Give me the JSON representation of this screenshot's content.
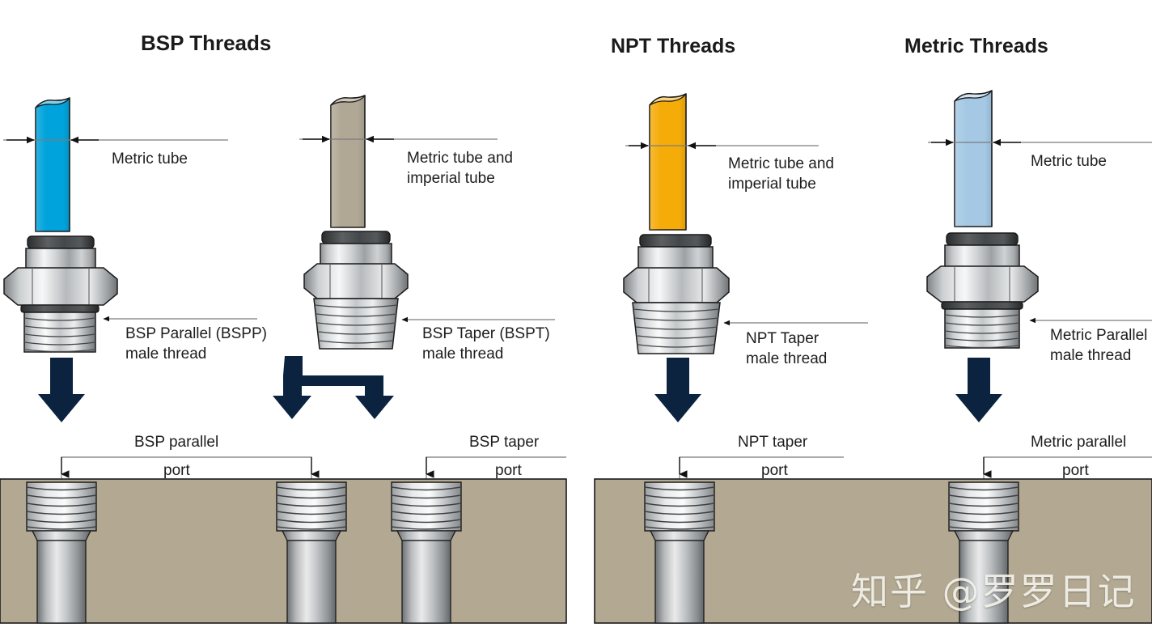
{
  "page": {
    "background": "#ffffff",
    "watermark": "知乎 @罗罗日记"
  },
  "colors": {
    "tube_bsp_parallel": "#00a3dc",
    "tube_bsp_taper": "#b0a894",
    "tube_npt": "#f5ac09",
    "tube_metric": "#a5c9e5",
    "block": "#b3a992",
    "arrow_navy": "#0c2340",
    "metal_light": "#f2f3f4",
    "metal_mid": "#b9bcbe",
    "metal_dark": "#7d8184",
    "seal_dark": "#3d3f40",
    "outline": "#1a1a1a",
    "leader_gray": "#8d8d8d",
    "text": "#1d1d1d"
  },
  "sections": [
    {
      "id": "bsp",
      "title": "BSP Threads"
    },
    {
      "id": "npt",
      "title": "NPT Threads"
    },
    {
      "id": "metric",
      "title": "Metric Threads"
    }
  ],
  "fittings": [
    {
      "id": "bspp",
      "tube_label": "Metric tube",
      "thread_label": "BSP Parallel (BSPP)\nmale thread",
      "tube_color": "#00a3dc"
    },
    {
      "id": "bspt",
      "tube_label": "Metric tube and\nimperial tube",
      "thread_label": "BSP Taper (BSPT)\nmale thread",
      "tube_color": "#b0a894"
    },
    {
      "id": "npt",
      "tube_label": "Metric tube and\nimperial tube",
      "thread_label": "NPT Taper\nmale thread",
      "tube_color": "#f5ac09"
    },
    {
      "id": "metric",
      "tube_label": "Metric tube",
      "thread_label": "Metric Parallel\nmale thread",
      "tube_color": "#a5c9e5"
    }
  ],
  "ports": [
    {
      "id": "bsp-parallel",
      "name": "BSP parallel",
      "suffix": "port"
    },
    {
      "id": "bsp-taper",
      "name": "BSP taper",
      "suffix": "port"
    },
    {
      "id": "npt-taper",
      "name": "NPT taper",
      "suffix": "port"
    },
    {
      "id": "metric-parallel",
      "name": "Metric parallel",
      "suffix": "port"
    }
  ]
}
